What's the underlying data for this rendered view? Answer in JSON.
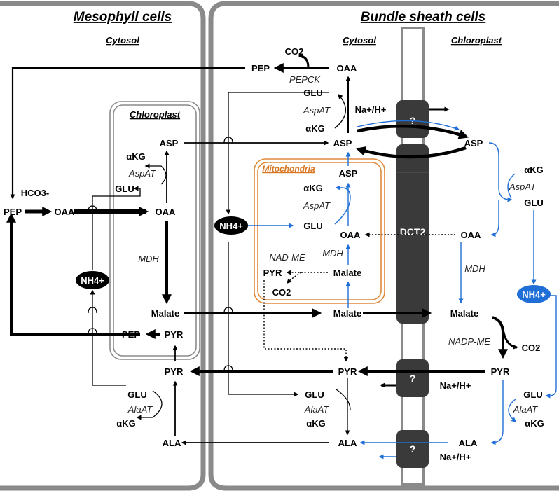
{
  "compartments": {
    "mesophyll": "Mesophyll cells",
    "bundle_sheath": "Bundle sheath cells",
    "ms_cytosol": "Cytosol",
    "ms_chloroplast": "Chloroplast",
    "bs_cytosol": "Cytosol",
    "bs_chloroplast": "Chloroplast",
    "mitochondria": "Mitochondria"
  },
  "metabolites": {
    "pep_top": "PEP",
    "oaa_top": "OAA",
    "co2_top": "CO2",
    "glu_bs1": "GLU",
    "akg_bs1": "αKG",
    "asp_bs": "ASP",
    "asp_bsc": "ASP",
    "akg_bsc1": "αKG",
    "glu_bsc1": "GLU",
    "oaa_bsc": "OAA",
    "nh4_blue": "NH4+",
    "malate_bsc": "Malate",
    "co2_bsc": "CO2",
    "pyr_bsc": "PYR",
    "glu_bsc2": "GLU",
    "akg_bsc2": "αKG",
    "ala_bsc": "ALA",
    "asp_mito": "ASP",
    "akg_mito": "αKG",
    "glu_mito": "GLU",
    "oaa_mito": "OAA",
    "malate_mito": "Malate",
    "pyr_mito": "PYR",
    "co2_mito": "CO2",
    "nh4_bs": "NH4+",
    "malate_bs": "Malate",
    "pyr_bs": "PYR",
    "glu_bs2": "GLU",
    "akg_bs2": "αKG",
    "ala_bs": "ALA",
    "akg_msc": "αKG",
    "glu_msc": "GLU",
    "asp_msc": "ASP",
    "oaa_msc": "OAA",
    "malate_msc": "Malate",
    "pep_msc": "PEP",
    "pyr_msc": "PYR",
    "pep_ms": "PEP",
    "hco3_ms": "HCO3-",
    "oaa_ms": "OAA",
    "nh4_ms": "NH4+",
    "pyr_ms": "PYR",
    "glu_ms": "GLU",
    "akg_ms": "αKG",
    "ala_ms": "ALA"
  },
  "enzymes": {
    "pepck": "PEPCK",
    "aspat_bs": "AspAT",
    "aspat_mito": "AspAT",
    "mdh_mito": "MDH",
    "nadme": "NAD-ME",
    "alaat_bs": "AlaAT",
    "aspat_msc": "AspAT",
    "mdh_msc": "MDH",
    "alaat_ms": "AlaAT",
    "aspat_bsc": "AspAT",
    "mdh_bsc": "MDH",
    "nadpme": "NADP-ME",
    "alaat_bsc": "AlaAT"
  },
  "transporters": {
    "unknown_1": "?",
    "unknown_2": "?",
    "unknown_3": "?",
    "dct2": "DCT2",
    "antiport_1": "Na+/H+",
    "antiport_2": "Na+/H+",
    "antiport_3": "Na+/H+"
  },
  "colors": {
    "membrane": "#8a8a8a",
    "transporter": "#3a3a3a",
    "mito_border": "#e08a3c",
    "mito_label": "#d9741f",
    "blue_flux": "#1f6fd6",
    "black_flux": "#000000"
  }
}
